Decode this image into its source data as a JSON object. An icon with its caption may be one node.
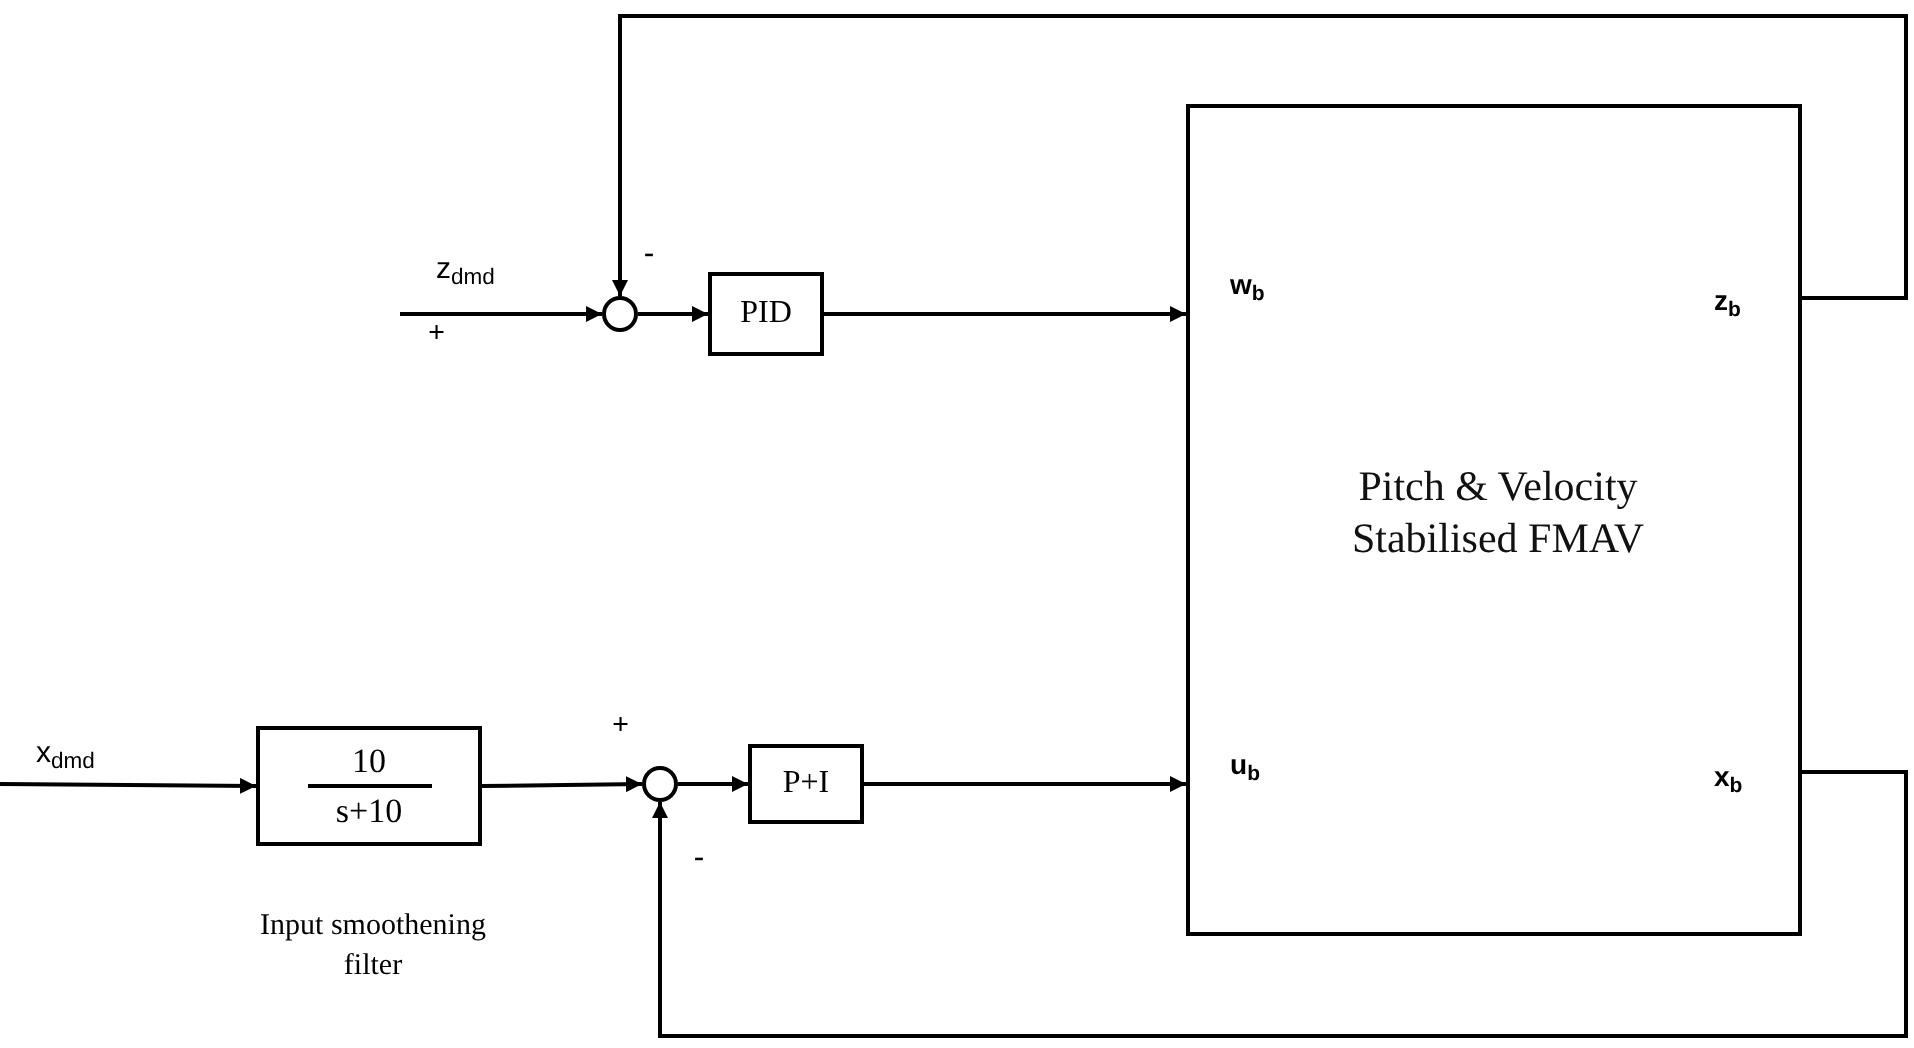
{
  "diagram": {
    "nodes": [
      {
        "text": [],
        "shape": "circle"
      },
      {
        "text": [
          "PID"
        ]
      },
      {
        "text": [
          "w$_{b}$",
          "z$_{b}$",
          "Pitch & Velocity Stabilised FMAV",
          "u$_{b}$",
          "x$_{b}$"
        ]
      },
      {
        "text": [
          "10",
          "s+10"
        ],
        "beside": [
          "Input smoothening filter"
        ]
      },
      {
        "text": [],
        "shape": "circle"
      },
      {
        "text": [
          "P+I"
        ]
      }
    ],
    "edges": [
      {
        "from": null,
        "to": 0,
        "arrow": "to",
        "label": "z$_{dmd}$"
      },
      {
        "from": 0,
        "to": 1,
        "arrow": "to"
      },
      {
        "from": 1,
        "to": 2,
        "arrow": "to"
      },
      {
        "from": 2,
        "to": 0,
        "arrow": "to"
      },
      {
        "from": null,
        "to": 3,
        "arrow": "to",
        "label": "x$_{dmd}$"
      },
      {
        "from": 3,
        "to": 4,
        "arrow": "to"
      },
      {
        "from": 4,
        "to": 5,
        "arrow": "to"
      },
      {
        "from": 5,
        "to": 2,
        "arrow": "to"
      },
      {
        "from": 2,
        "to": 4,
        "arrow": "to"
      }
    ],
    "labels": [
      "+",
      "-",
      "+",
      "-"
    ]
  }
}
